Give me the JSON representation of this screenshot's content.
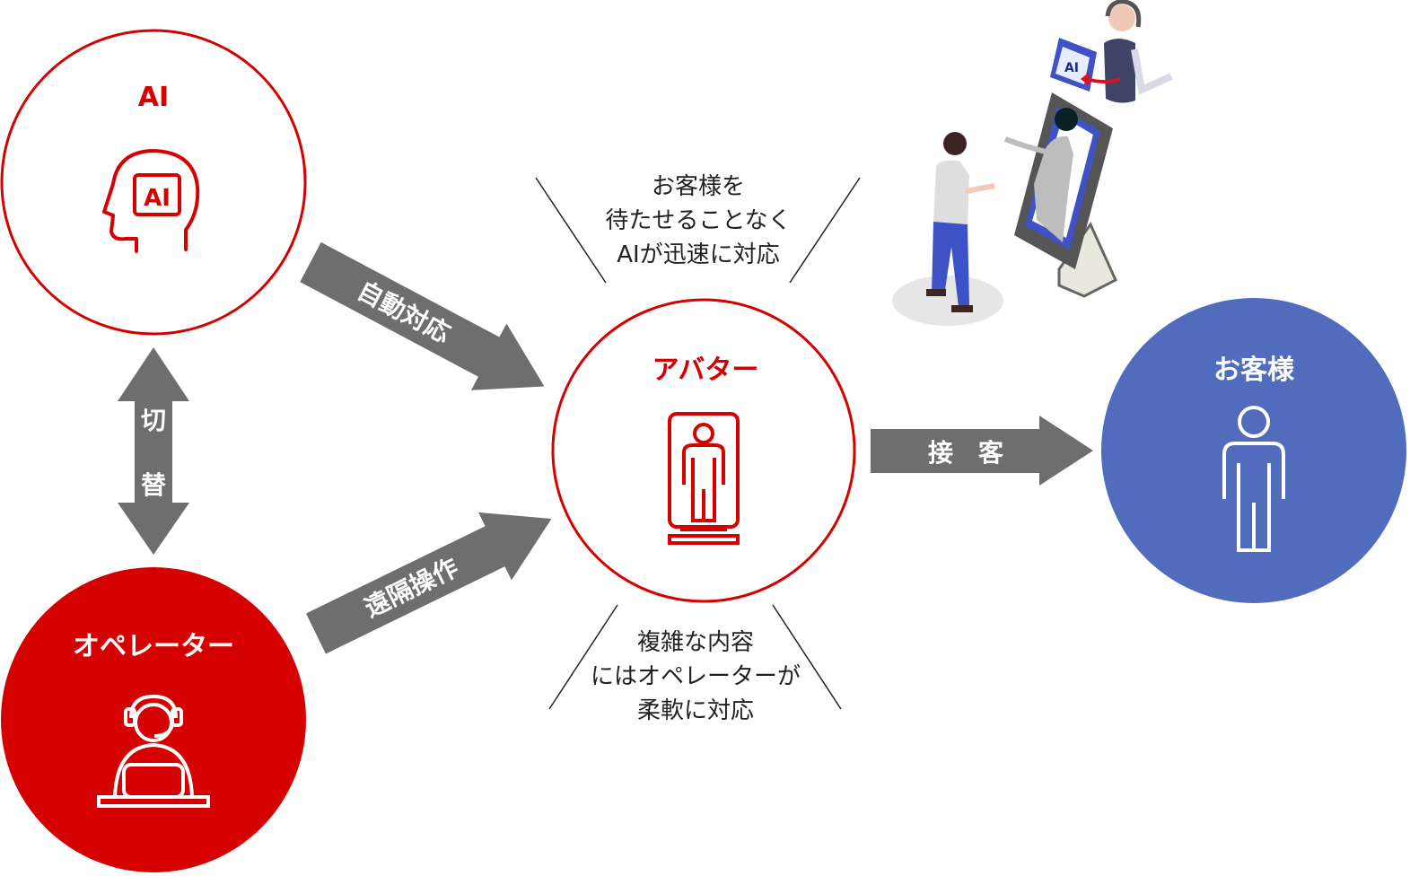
{
  "nodes": {
    "ai": {
      "label": "AI",
      "icon_text": "AI"
    },
    "operator": {
      "label": "オペレーター"
    },
    "avatar": {
      "label": "アバター"
    },
    "customer": {
      "label": "お客様"
    }
  },
  "arrows": {
    "auto": "自動対応",
    "remote": "遠隔操作",
    "switch_1": "切",
    "switch_2": "替",
    "serve": "接　客"
  },
  "notes": {
    "top": [
      "お客様を",
      "待たせることなく",
      "AIが迅速に対応"
    ],
    "bottom": [
      "複雑な内容",
      "にはオペレーターが",
      "柔軟に対応"
    ]
  },
  "illustration": {
    "chip_text": "AI"
  },
  "colors": {
    "red": "#d50000",
    "blue": "#516bbd",
    "gray": "#6e6e6e"
  }
}
